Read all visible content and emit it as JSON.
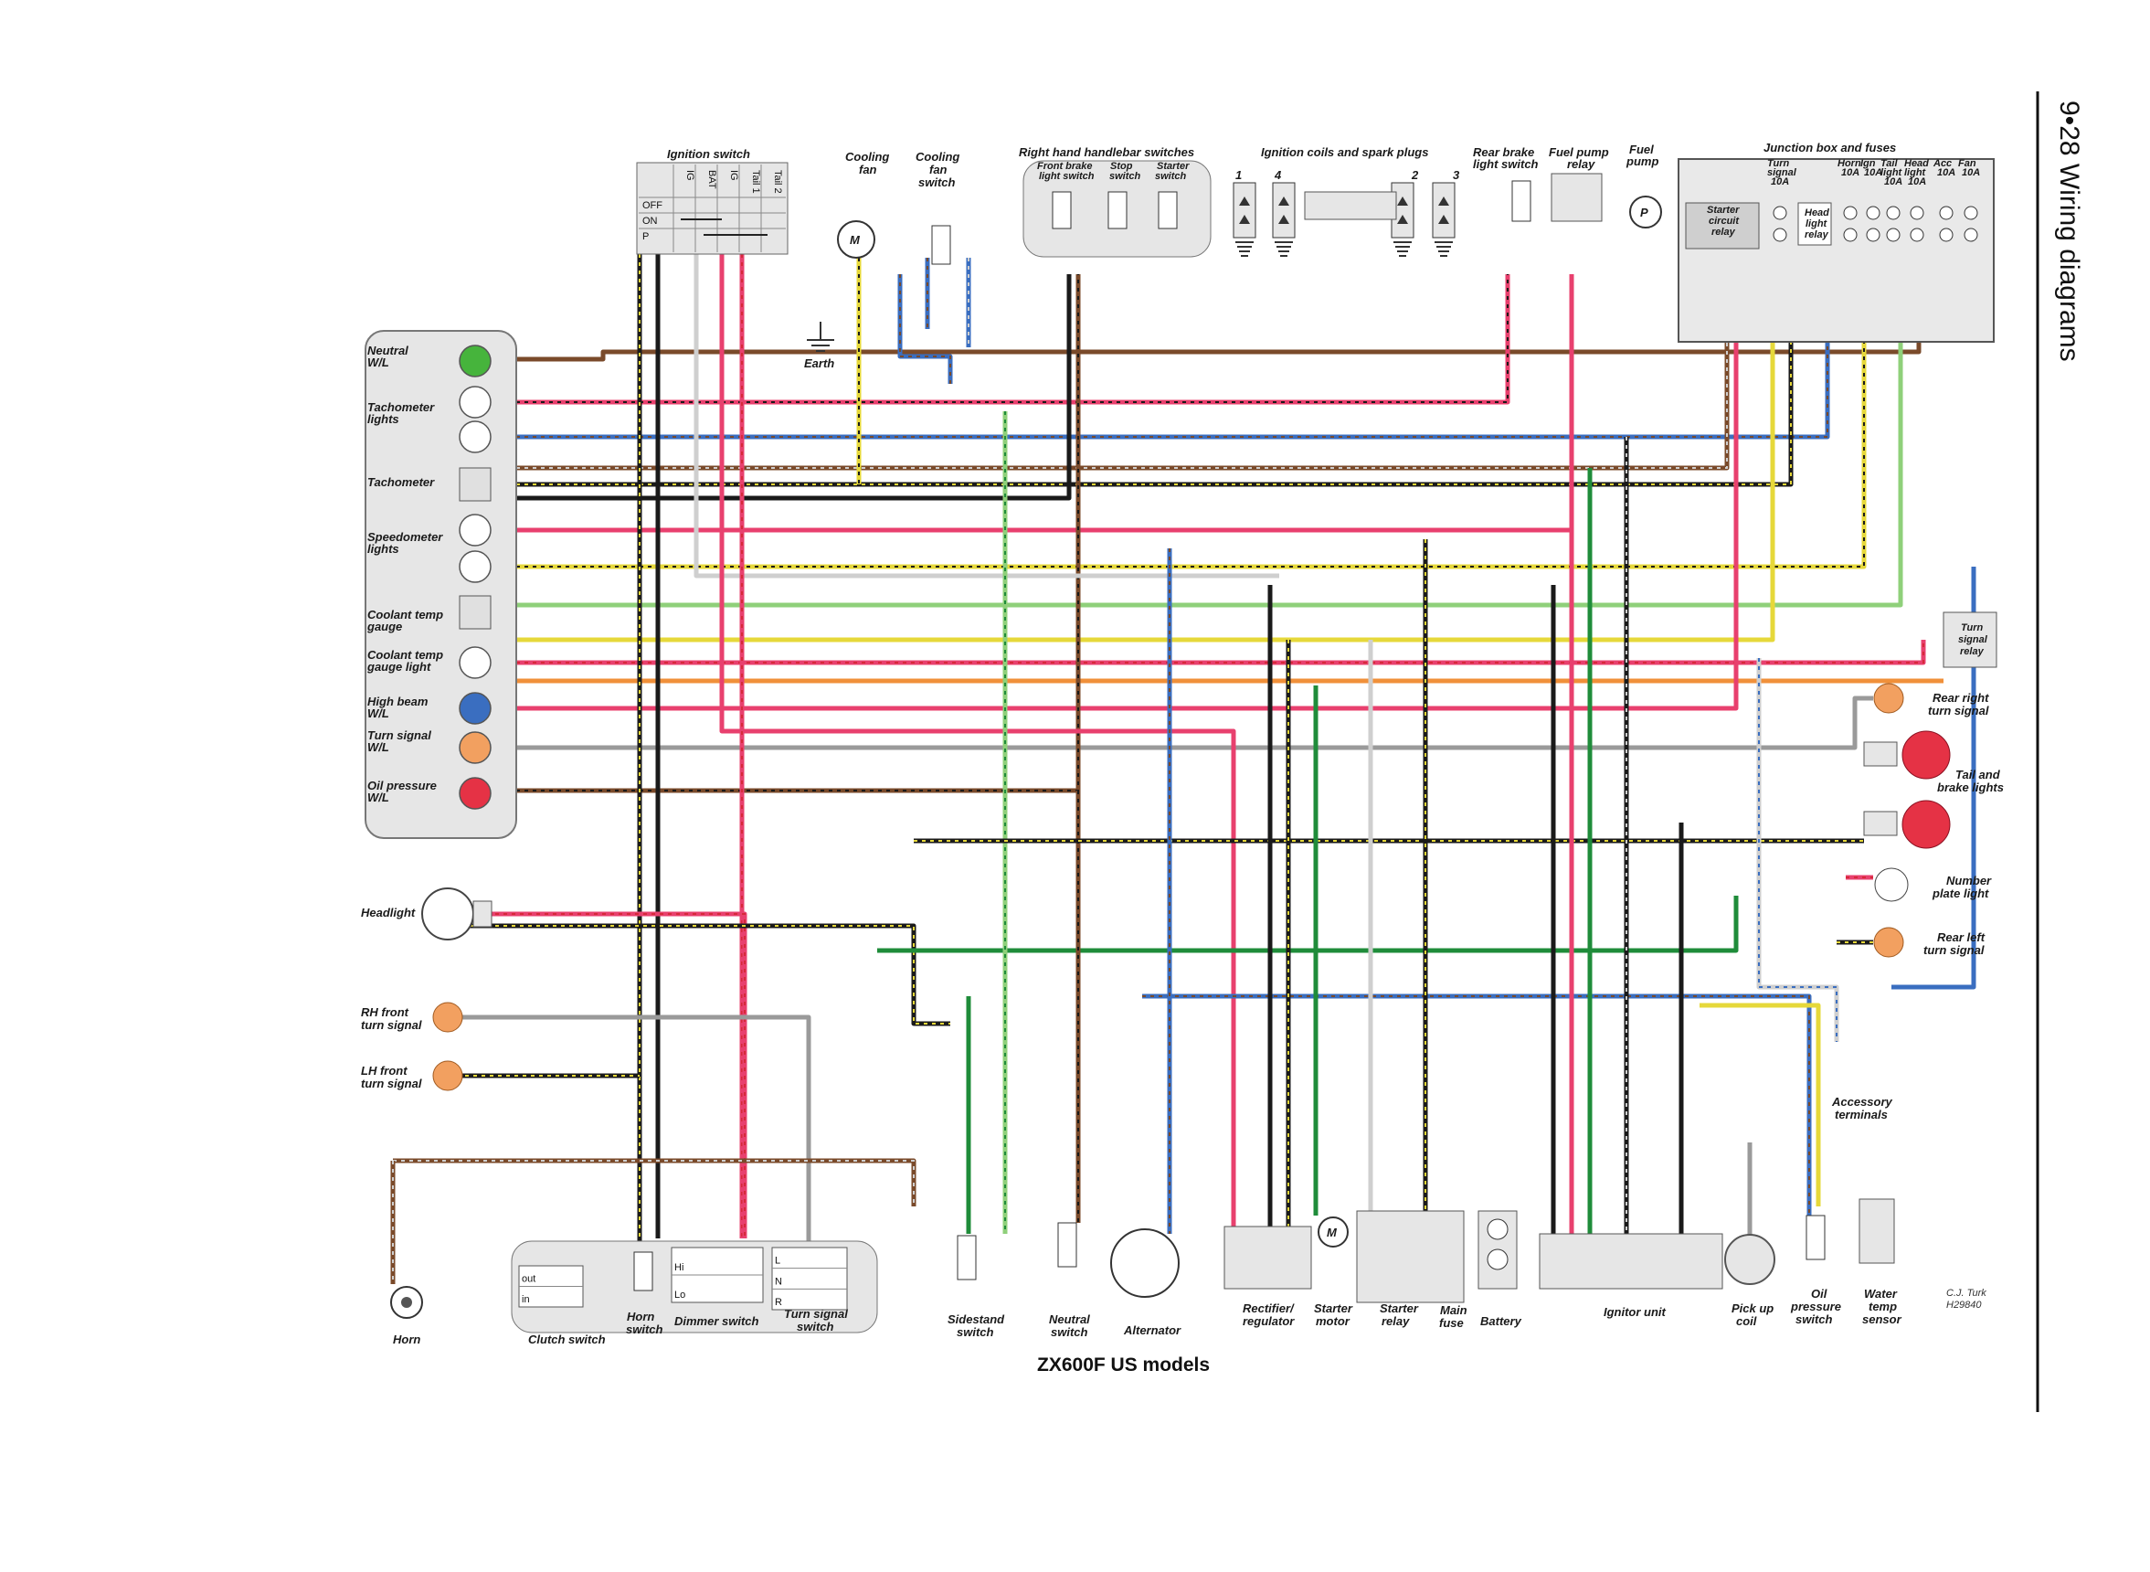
{
  "header": {
    "page_title": "9•28  Wiring diagrams"
  },
  "diagram": {
    "title": "ZX600F US models",
    "credit_artist": "C.J. Turk",
    "credit_code": "H29840"
  },
  "instrument_panel": {
    "items": [
      {
        "label1": "Neutral",
        "label2": "W/L"
      },
      {
        "label1": "Tachometer",
        "label2": "lights"
      },
      {
        "label1": "Tachometer",
        "label2": ""
      },
      {
        "label1": "Speedometer",
        "label2": "lights"
      },
      {
        "label1": "Coolant temp",
        "label2": "gauge"
      },
      {
        "label1": "Coolant temp",
        "label2": "gauge light"
      },
      {
        "label1": "High beam",
        "label2": "W/L"
      },
      {
        "label1": "Turn signal",
        "label2": "W/L"
      },
      {
        "label1": "Oil pressure",
        "label2": "W/L"
      }
    ]
  },
  "ignition_switch": {
    "label": "Ignition switch",
    "columns": [
      "IG",
      "BAT",
      "IG",
      "Tail 1",
      "Tail 2"
    ],
    "rows": [
      "OFF",
      "ON",
      "P"
    ]
  },
  "labels": {
    "cooling_fan": [
      "Cooling",
      "fan"
    ],
    "cooling_fan_switch": [
      "Cooling",
      "fan",
      "switch"
    ],
    "earth": "Earth",
    "rh_handlebar": "Right hand handlebar switches",
    "front_brake_switch": [
      "Front brake",
      "light switch"
    ],
    "stop_switch": [
      "Stop",
      "switch"
    ],
    "starter_switch": [
      "Starter",
      "switch"
    ],
    "ignition_coils": "Ignition coils and spark plugs",
    "coil_numbers": [
      "1",
      "4",
      "2",
      "3"
    ],
    "rear_brake_switch": [
      "Rear brake",
      "light switch"
    ],
    "fuel_pump_relay": [
      "Fuel pump",
      "relay"
    ],
    "fuel_pump": [
      "Fuel",
      "pump"
    ],
    "fuel_pump_symbol": "P",
    "motor_symbol": "M",
    "junction_box": "Junction box and fuses",
    "starter_circuit_relay": [
      "Starter",
      "circuit",
      "relay"
    ],
    "headlight_relay": [
      "Head",
      "light",
      "relay"
    ],
    "fuses": [
      {
        "name": "Turn",
        "name2": "signal",
        "rating": "10A"
      },
      {
        "name": "Horn",
        "name2": "",
        "rating": "10A"
      },
      {
        "name": "Ign",
        "name2": "",
        "rating": "10A"
      },
      {
        "name": "Tail",
        "name2": "light",
        "rating": "10A"
      },
      {
        "name": "Head",
        "name2": "light",
        "rating": "10A"
      },
      {
        "name": "Acc",
        "name2": "",
        "rating": "10A"
      },
      {
        "name": "Fan",
        "name2": "",
        "rating": "10A"
      }
    ],
    "turn_signal_relay": [
      "Turn",
      "signal",
      "relay"
    ],
    "rear_right_turn": [
      "Rear right",
      "turn signal"
    ],
    "tail_brake": [
      "Tail and",
      "brake lights"
    ],
    "number_plate": [
      "Number",
      "plate light"
    ],
    "rear_left_turn": [
      "Rear left",
      "turn signal"
    ],
    "accessory_terminals": [
      "Accessory",
      "terminals"
    ],
    "headlight": "Headlight",
    "rh_front_turn": [
      "RH front",
      "turn signal"
    ],
    "lh_front_turn": [
      "LH front",
      "turn signal"
    ],
    "horn": "Horn",
    "clutch_switch": "Clutch switch",
    "clutch_rows": [
      "out",
      "in"
    ],
    "horn_switch": [
      "Horn",
      "switch"
    ],
    "dimmer_switch": "Dimmer switch",
    "dimmer_rows": [
      "Hi",
      "Lo"
    ],
    "turn_switch": [
      "Turn signal",
      "switch"
    ],
    "turn_rows": [
      "L",
      "N",
      "R"
    ],
    "sidestand_switch": [
      "Sidestand",
      "switch"
    ],
    "neutral_switch": [
      "Neutral",
      "switch"
    ],
    "alternator": "Alternator",
    "rectifier": [
      "Rectifier/",
      "regulator"
    ],
    "starter_motor": [
      "Starter",
      "motor"
    ],
    "starter_relay": [
      "Starter",
      "relay"
    ],
    "main_fuse": [
      "Main",
      "fuse"
    ],
    "battery": "Battery",
    "ignitor_unit": "Ignitor unit",
    "pickup_coil": [
      "Pick up",
      "coil"
    ],
    "oil_pressure_switch": [
      "Oil",
      "pressure",
      "switch"
    ],
    "water_temp_sensor": [
      "Water",
      "temp",
      "sensor"
    ]
  },
  "colors": {
    "black": "#1a1a1a",
    "brown": "#7a4a2a",
    "red": "#d62a3a",
    "pink": "#e8406e",
    "green": "#1f8c3a",
    "lightgreen": "#8fd07a",
    "blue": "#3a6ec0",
    "yellow": "#e6d83a",
    "orange": "#f0903a",
    "grey": "#9a9a9a",
    "white_wire": "#cfcfcf",
    "panel_fill": "#e6e6e6"
  }
}
